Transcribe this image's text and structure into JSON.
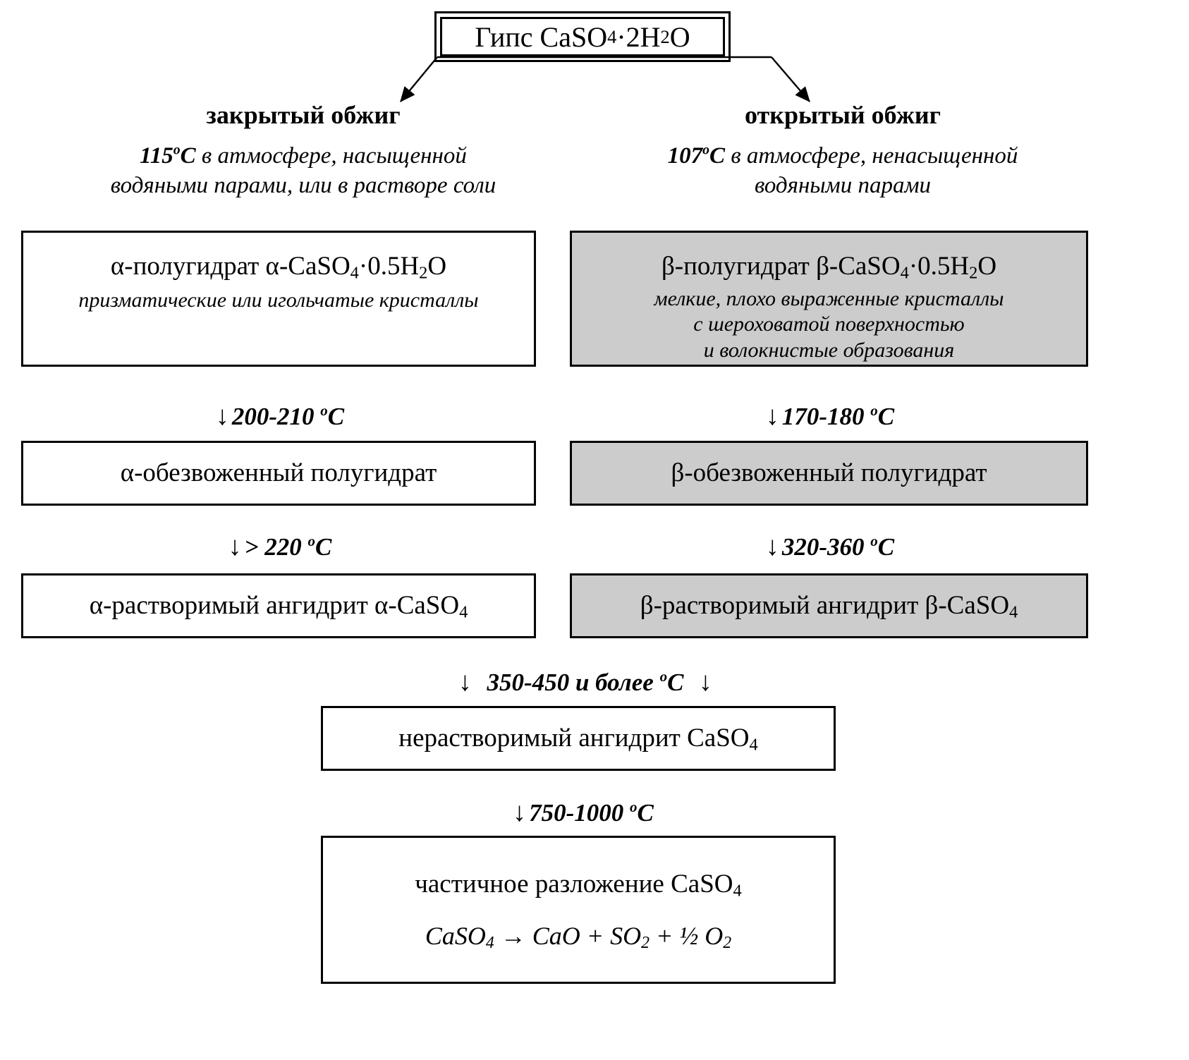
{
  "diagram": {
    "title_box": {
      "label": "Гипс CaSO",
      "sub1": "4",
      "mid": "·2H",
      "sub2": "2",
      "tail": "O"
    },
    "branches": [
      {
        "heading": "закрытый    обжиг",
        "temperature": "115",
        "degree_unit": "C",
        "condition_line1": "в атмосфере, насыщенной",
        "condition_line2": "водяными парами, или в растворе соли",
        "product": {
          "greek": "α",
          "title_a": "α-полугидрат α-CaSO",
          "sub_a": "4",
          "title_b": "·0.5H",
          "sub_b": "2",
          "title_c": "O",
          "description": [
            "призматические или игольчатые кристаллы"
          ],
          "shaded": false
        },
        "step1_temp": "200-210",
        "dehydrated": {
          "label": "α-обезвоженный полугидрат",
          "shaded": false
        },
        "step2_temp": "> 220",
        "anhydrite": {
          "label_a": "α-растворимый ангидрит α-CaSO",
          "sub": "4",
          "shaded": false
        }
      },
      {
        "heading": "открытый обжиг",
        "temperature": "107",
        "degree_unit": "C",
        "condition_line1": "в атмосфере, ненасыщенной",
        "condition_line2": "водяными парами",
        "product": {
          "greek": "β",
          "title_a": "β-полугидрат β-CaSO",
          "sub_a": "4",
          "title_b": "·0.5H",
          "sub_b": "2",
          "title_c": "O",
          "description": [
            "мелкие, плохо выраженные кристаллы",
            "с шероховатой поверхностью",
            "и  волокнистые   образования"
          ],
          "shaded": true
        },
        "step1_temp": "170-180",
        "dehydrated": {
          "label": "β-обезвоженный полугидрат",
          "shaded": true
        },
        "step2_temp": "320-360",
        "anhydrite": {
          "label_a": "β-растворимый ангидрит β-CaSO",
          "sub": "4",
          "shaded": true
        }
      }
    ],
    "merge_step": {
      "temp": "350-450 и более",
      "degree_unit": "C"
    },
    "insoluble_box": {
      "label": "нерастворимый ангидрит CaSO",
      "sub": "4"
    },
    "final_step": {
      "temp": "750-1000",
      "degree_unit": "C"
    },
    "decomposition_box": {
      "line1_a": "частичное разложение CaSO",
      "line1_sub": "4",
      "equation": {
        "r1": "CaSO",
        "r1s": "4",
        "arrow": " → ",
        "p1": "CaO + SO",
        "p1s": "2",
        "plus": " + ",
        "half": "½",
        "p2": " O",
        "p2s": "2"
      }
    },
    "colors": {
      "shaded_fill": "#cccccc",
      "stroke": "#000000",
      "background": "#ffffff"
    }
  }
}
